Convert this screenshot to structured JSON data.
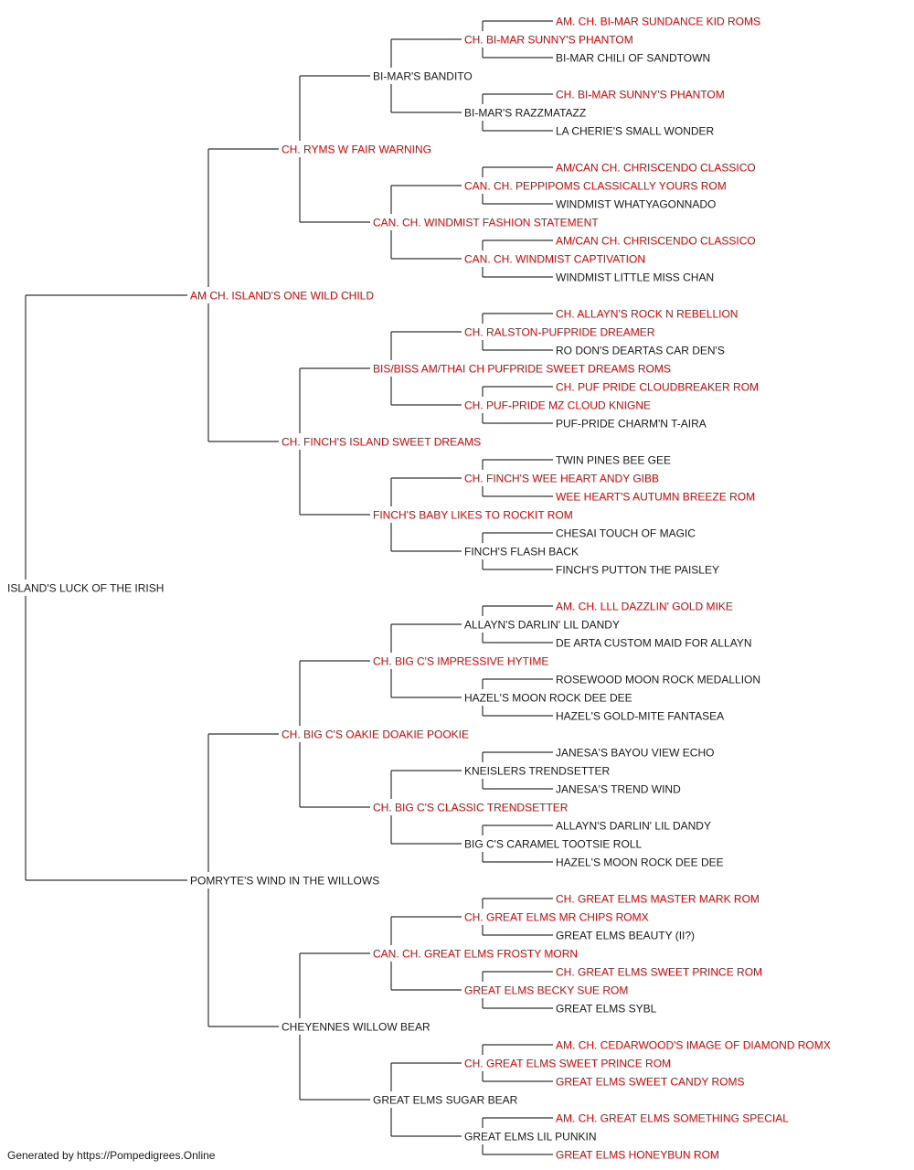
{
  "colors": {
    "champion": "#e60000",
    "normal": "#1a1a1a",
    "connector": "#333333"
  },
  "pedigree": {
    "name": "ISLAND'S LUCK OF THE IRISH",
    "titled": false,
    "sire": {
      "name": "AM CH. ISLAND'S ONE WILD CHILD",
      "titled": true,
      "sire": {
        "name": "CH. RYMS W FAIR WARNING",
        "titled": true,
        "sire": {
          "name": "BI-MAR'S BANDITO",
          "titled": false,
          "sire": {
            "name": "CH. BI-MAR SUNNY'S PHANTOM",
            "titled": true,
            "sire": {
              "name": "AM. CH. BI-MAR SUNDANCE KID ROMS",
              "titled": true
            },
            "dam": {
              "name": "BI-MAR CHILI OF SANDTOWN",
              "titled": false
            }
          },
          "dam": {
            "name": "BI-MAR'S RAZZMATAZZ",
            "titled": false,
            "sire": {
              "name": "CH. BI-MAR SUNNY'S PHANTOM",
              "titled": true
            },
            "dam": {
              "name": "LA CHERIE'S SMALL WONDER",
              "titled": false
            }
          }
        },
        "dam": {
          "name": "CAN. CH. WINDMIST FASHION STATEMENT",
          "titled": true,
          "sire": {
            "name": "CAN. CH. PEPPIPOMS CLASSICALLY YOURS ROM",
            "titled": true,
            "sire": {
              "name": "AM/CAN CH. CHRISCENDO CLASSICO",
              "titled": true
            },
            "dam": {
              "name": "WINDMIST WHATYAGONNADO",
              "titled": false
            }
          },
          "dam": {
            "name": "CAN. CH. WINDMIST CAPTIVATION",
            "titled": true,
            "sire": {
              "name": "AM/CAN CH. CHRISCENDO CLASSICO",
              "titled": true
            },
            "dam": {
              "name": "WINDMIST LITTLE MISS CHAN",
              "titled": false
            }
          }
        }
      },
      "dam": {
        "name": "CH. FINCH'S ISLAND SWEET DREAMS",
        "titled": true,
        "sire": {
          "name": "BIS/BISS AM/THAI CH PUFPRIDE SWEET DREAMS ROMS",
          "titled": true,
          "sire": {
            "name": "CH. RALSTON-PUFPRIDE DREAMER",
            "titled": true,
            "sire": {
              "name": "CH. ALLAYN'S ROCK N REBELLION",
              "titled": true
            },
            "dam": {
              "name": "RO DON'S DEARTAS CAR DEN'S",
              "titled": false
            }
          },
          "dam": {
            "name": "CH. PUF-PRIDE MZ CLOUD KNIGNE",
            "titled": true,
            "sire": {
              "name": "CH. PUF PRIDE CLOUDBREAKER ROM",
              "titled": true
            },
            "dam": {
              "name": "PUF-PRIDE CHARM'N T-AIRA",
              "titled": false
            }
          }
        },
        "dam": {
          "name": "FINCH'S BABY LIKES TO ROCKIT ROM",
          "titled": true,
          "sire": {
            "name": "CH. FINCH'S WEE HEART ANDY GIBB",
            "titled": true,
            "sire": {
              "name": "TWIN PINES BEE GEE",
              "titled": false
            },
            "dam": {
              "name": "WEE HEART'S AUTUMN BREEZE ROM",
              "titled": true
            }
          },
          "dam": {
            "name": "FINCH'S FLASH BACK",
            "titled": false,
            "sire": {
              "name": "CHESAI TOUCH OF MAGIC",
              "titled": false
            },
            "dam": {
              "name": "FINCH'S PUTTON THE PAISLEY",
              "titled": false
            }
          }
        }
      }
    },
    "dam": {
      "name": "POMRYTE'S WIND IN THE WILLOWS",
      "titled": false,
      "sire": {
        "name": "CH. BIG C'S OAKIE DOAKIE POOKIE",
        "titled": true,
        "sire": {
          "name": "CH. BIG C'S IMPRESSIVE HYTIME",
          "titled": true,
          "sire": {
            "name": "ALLAYN'S DARLIN' LIL DANDY",
            "titled": false,
            "sire": {
              "name": "AM. CH. LLL DAZZLIN' GOLD MIKE",
              "titled": true
            },
            "dam": {
              "name": "DE ARTA CUSTOM MAID FOR ALLAYN",
              "titled": false
            }
          },
          "dam": {
            "name": "HAZEL'S MOON ROCK DEE DEE",
            "titled": false,
            "sire": {
              "name": "ROSEWOOD MOON ROCK MEDALLION",
              "titled": false
            },
            "dam": {
              "name": "HAZEL'S GOLD-MITE FANTASEA",
              "titled": false
            }
          }
        },
        "dam": {
          "name": "CH. BIG C'S CLASSIC TRENDSETTER",
          "titled": true,
          "sire": {
            "name": "KNEISLERS TRENDSETTER",
            "titled": false,
            "sire": {
              "name": "JANESA'S BAYOU VIEW ECHO",
              "titled": false
            },
            "dam": {
              "name": "JANESA'S TREND WIND",
              "titled": false
            }
          },
          "dam": {
            "name": "BIG C'S CARAMEL TOOTSIE ROLL",
            "titled": false,
            "sire": {
              "name": "ALLAYN'S DARLIN' LIL DANDY",
              "titled": false
            },
            "dam": {
              "name": "HAZEL'S MOON ROCK DEE DEE",
              "titled": false
            }
          }
        }
      },
      "dam": {
        "name": "CHEYENNES WILLOW BEAR",
        "titled": false,
        "sire": {
          "name": "CAN. CH. GREAT ELMS FROSTY MORN",
          "titled": true,
          "sire": {
            "name": "CH. GREAT ELMS MR CHIPS ROMX",
            "titled": true,
            "sire": {
              "name": "CH. GREAT ELMS MASTER MARK ROM",
              "titled": true
            },
            "dam": {
              "name": "GREAT ELMS BEAUTY (II?)",
              "titled": false
            }
          },
          "dam": {
            "name": "GREAT ELMS BECKY SUE ROM",
            "titled": true,
            "sire": {
              "name": "CH. GREAT ELMS SWEET PRINCE ROM",
              "titled": true
            },
            "dam": {
              "name": "GREAT ELMS SYBL",
              "titled": false
            }
          }
        },
        "dam": {
          "name": "GREAT ELMS SUGAR BEAR",
          "titled": false,
          "sire": {
            "name": "CH. GREAT ELMS SWEET PRINCE ROM",
            "titled": true,
            "sire": {
              "name": "AM. CH. CEDARWOOD'S IMAGE OF DIAMOND ROMX",
              "titled": true
            },
            "dam": {
              "name": "GREAT ELMS SWEET CANDY ROMS",
              "titled": true
            }
          },
          "dam": {
            "name": "GREAT ELMS LIL PUNKIN",
            "titled": false,
            "sire": {
              "name": "AM. CH. GREAT ELMS SOMETHING SPECIAL",
              "titled": true
            },
            "dam": {
              "name": "GREAT ELMS HONEYBUN ROM",
              "titled": true
            }
          }
        }
      }
    }
  },
  "footer": {
    "text": "Generated by https://Pompedigrees.Online"
  }
}
